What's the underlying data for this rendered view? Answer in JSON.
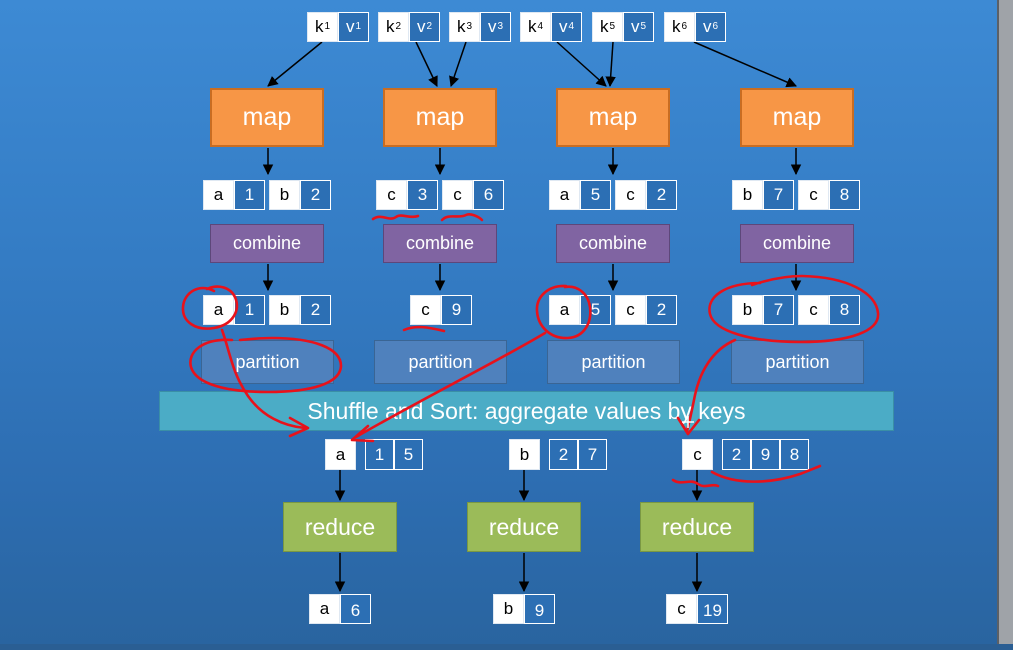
{
  "colors": {
    "map": "#f79646",
    "combine": "#8064a2",
    "partition": "#4f81bd",
    "reduce": "#9bbb59",
    "shuffle": "#4bacc6",
    "annotation": "#e8121b"
  },
  "inputs": [
    {
      "k": "k",
      "ks": "1",
      "v": "v",
      "vs": "1"
    },
    {
      "k": "k",
      "ks": "2",
      "v": "v",
      "vs": "2"
    },
    {
      "k": "k",
      "ks": "3",
      "v": "v",
      "vs": "3"
    },
    {
      "k": "k",
      "ks": "4",
      "v": "v",
      "vs": "4"
    },
    {
      "k": "k",
      "ks": "5",
      "v": "v",
      "vs": "5"
    },
    {
      "k": "k",
      "ks": "6",
      "v": "v",
      "vs": "6"
    }
  ],
  "map_label": "map",
  "combine_label": "combine",
  "partition_label": "partition",
  "reduce_label": "reduce",
  "shuffle_label": "Shuffle and Sort: aggregate values by keys",
  "map_outputs": [
    [
      {
        "k": "a",
        "v": "1"
      },
      {
        "k": "b",
        "v": "2"
      }
    ],
    [
      {
        "k": "c",
        "v": "3"
      },
      {
        "k": "c",
        "v": "6"
      }
    ],
    [
      {
        "k": "a",
        "v": "5"
      },
      {
        "k": "c",
        "v": "2"
      }
    ],
    [
      {
        "k": "b",
        "v": "7"
      },
      {
        "k": "c",
        "v": "8"
      }
    ]
  ],
  "combine_outputs": [
    [
      {
        "k": "a",
        "v": "1"
      },
      {
        "k": "b",
        "v": "2"
      }
    ],
    [
      {
        "k": "c",
        "v": "9"
      }
    ],
    [
      {
        "k": "a",
        "v": "5"
      },
      {
        "k": "c",
        "v": "2"
      }
    ],
    [
      {
        "k": "b",
        "v": "7"
      },
      {
        "k": "c",
        "v": "8"
      }
    ]
  ],
  "grouped": [
    {
      "k": "a",
      "values": [
        "1",
        "5"
      ]
    },
    {
      "k": "b",
      "values": [
        "2",
        "7"
      ]
    },
    {
      "k": "c",
      "values": [
        "2",
        "9",
        "8"
      ]
    }
  ],
  "results": [
    {
      "k": "a",
      "v": "6"
    },
    {
      "k": "b",
      "v": "9"
    },
    {
      "k": "c",
      "v": "19"
    }
  ]
}
